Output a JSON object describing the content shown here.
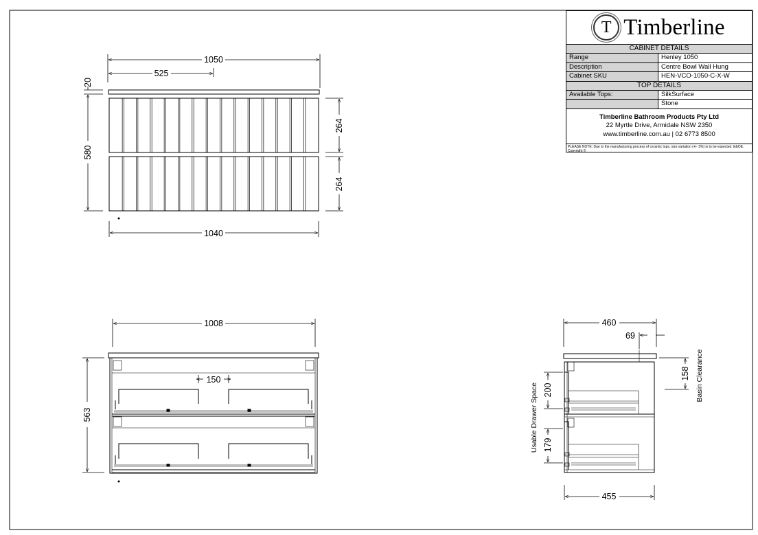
{
  "brand": {
    "logo_letter": "T",
    "name": "Timberline"
  },
  "cabinet_details": {
    "header": "CABINET DETAILS",
    "rows": [
      {
        "label": "Range",
        "value": "Henley 1050"
      },
      {
        "label": "Description",
        "value": "Centre Bowl Wall Hung"
      },
      {
        "label": "Cabinet SKU",
        "value": "HEN-VCO-1050-C-X-W"
      }
    ]
  },
  "top_details": {
    "header": "TOP DETAILS",
    "rows": [
      {
        "label": "Available Tops:",
        "value": "SilkSurface"
      },
      {
        "label": "",
        "value": "Stone"
      }
    ]
  },
  "company": {
    "name": "Timberline Bathroom Products Pty Ltd",
    "address": "22 Myrtle Drive, Armidale NSW 2350",
    "contact": "www.timberline.com.au  |  02 6773 8500"
  },
  "note": "PLEASE NOTE: Due to the manufacturing process of ceramic tops, size variation (+/- 3%) is to be expected. E&OE. Copyright ©",
  "dimensions": {
    "front_top_width": "1050",
    "front_half_width": "525",
    "front_top_thickness": "20",
    "front_height": "580",
    "drawer_upper": "264",
    "drawer_lower": "264",
    "front_bottom_width": "1040",
    "internal_width": "1008",
    "internal_gap": "150",
    "internal_height": "563",
    "side_depth": "460",
    "side_offset": "69",
    "basin_clearance_value": "158",
    "basin_clearance_label": "Basin Clearance",
    "drawer_space_upper": "200",
    "drawer_space_lower": "179",
    "drawer_space_label": "Usable Drawer Space",
    "side_bottom_depth": "455"
  },
  "colors": {
    "line": "#000000",
    "section_header": "#d4d4d4"
  }
}
